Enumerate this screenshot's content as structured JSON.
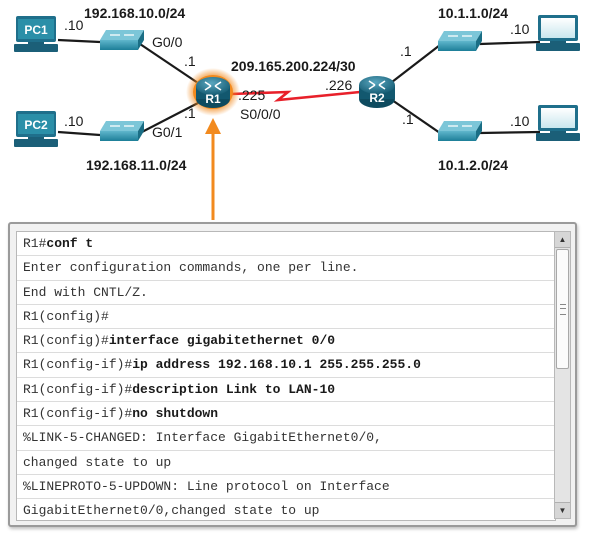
{
  "topology": {
    "pc1": {
      "label": "PC1",
      "host": ".10"
    },
    "pc2": {
      "label": "PC2",
      "host": ".10"
    },
    "pc3": {
      "host": ".10"
    },
    "pc4": {
      "host": ".10"
    },
    "r1": {
      "label": "R1",
      "g00": "G0/0",
      "g01": "G0/1",
      "g00_ip": ".1",
      "g01_ip": ".1",
      "s000_ip": ".225",
      "s000": "S0/0/0"
    },
    "r2": {
      "label": "R2",
      "s_ip": ".226",
      "top_ip": ".1",
      "bottom_ip": ".1"
    },
    "networks": {
      "lan1": "192.168.10.0/24",
      "lan2": "192.168.11.0/24",
      "wan": "209.165.200.224/30",
      "lan3": "10.1.1.0/24",
      "lan4": "10.1.2.0/24"
    },
    "colors": {
      "accent": "#f28a1e",
      "wan_link": "#e8202a",
      "router": "#1f6f8b",
      "device": "#2b8fa8"
    }
  },
  "console": {
    "lines": [
      {
        "prompt": "R1#",
        "cmd": "conf t"
      },
      {
        "prompt": "Enter configuration commands, one per line.",
        "cmd": ""
      },
      {
        "prompt": "End with CNTL/Z.",
        "cmd": ""
      },
      {
        "prompt": "R1(config)#",
        "cmd": ""
      },
      {
        "prompt": "R1(config)#",
        "cmd": "interface gigabitethernet 0/0"
      },
      {
        "prompt": "R1(config-if)#",
        "cmd": "ip address 192.168.10.1 255.255.255.0"
      },
      {
        "prompt": "R1(config-if)#",
        "cmd": "description Link to LAN-10"
      },
      {
        "prompt": "R1(config-if)#",
        "cmd": "no shutdown"
      },
      {
        "prompt": "%LINK-5-CHANGED: Interface GigabitEthernet0/0,",
        "cmd": ""
      },
      {
        "prompt": "changed state to up",
        "cmd": ""
      },
      {
        "prompt": "%LINEPROTO-5-UPDOWN: Line protocol on Interface",
        "cmd": ""
      },
      {
        "prompt": "GigabitEthernet0/0,changed state to up",
        "cmd": ""
      }
    ]
  }
}
